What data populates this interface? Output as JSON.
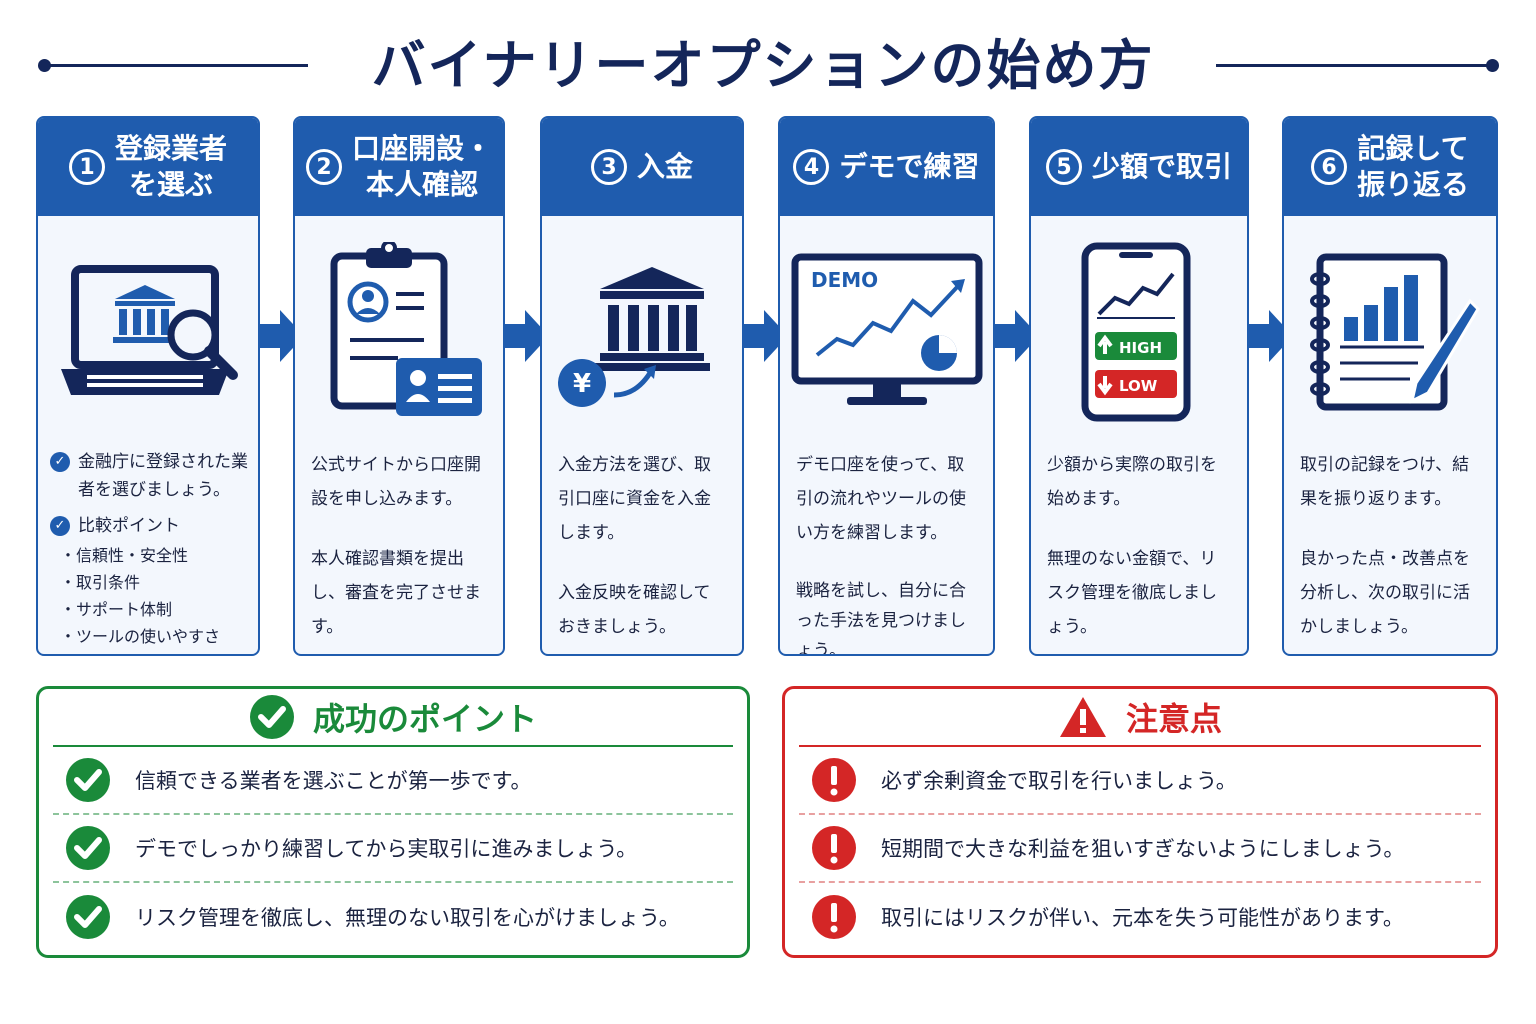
{
  "title": "バイナリーオプションの始め方",
  "steps": [
    {
      "num": "1",
      "title_lines": [
        "登録業者",
        "を選ぶ"
      ],
      "icon": "laptop-bank-search-icon",
      "body": {
        "check1": "金融庁に登録された業者を選びましょう。",
        "check2": "比較ポイント",
        "bullets": [
          "信頼性・安全性",
          "取引条件",
          "サポート体制",
          "ツールの使いやすさ"
        ]
      }
    },
    {
      "num": "2",
      "title_lines": [
        "口座開設・",
        "本人確認"
      ],
      "icon": "clipboard-id-card-icon",
      "paragraphs": [
        "公式サイトから口座開設を申し込みます。",
        "本人確認書類を提出し、審査を完了させます。"
      ]
    },
    {
      "num": "3",
      "title_lines": [
        "入金"
      ],
      "icon": "bank-yen-icon",
      "icon_text": "¥",
      "paragraphs": [
        "入金方法を選び、取引口座に資金を入金します。",
        "入金反映を確認しておきましょう。"
      ]
    },
    {
      "num": "4",
      "title_lines": [
        "デモで練習"
      ],
      "icon": "demo-monitor-icon",
      "icon_text": "DEMO",
      "paragraphs": [
        "デモ口座を使って、取引の流れやツールの使い方を練習します。",
        "戦略を試し、自分に合った手法を見つけましょう。"
      ]
    },
    {
      "num": "5",
      "title_lines": [
        "少額で取引"
      ],
      "icon": "smartphone-high-low-icon",
      "icon_high": "HIGH",
      "icon_low": "LOW",
      "paragraphs": [
        "少額から実際の取引を始めます。",
        "無理のない金額で、リスク管理を徹底しましょう。"
      ]
    },
    {
      "num": "6",
      "title_lines": [
        "記録して",
        "振り返る"
      ],
      "icon": "notebook-chart-pen-icon",
      "paragraphs": [
        "取引の記録をつけ、結果を振り返ります。",
        "良かった点・改善点を分析し、次の取引に活かしましょう。"
      ]
    }
  ],
  "success": {
    "title": "成功のポイント",
    "items": [
      "信頼できる業者を選ぶことが第一歩です。",
      "デモでしっかり練習してから実取引に進みましょう。",
      "リスク管理を徹底し、無理のない取引を心がけましょう。"
    ]
  },
  "warning": {
    "title": "注意点",
    "items": [
      "必ず余剰資金で取引を行いましょう。",
      "短期間で大きな利益を狙いすぎないようにしましょう。",
      "取引にはリスクが伴い、元本を失う可能性があります。"
    ]
  },
  "colors": {
    "primary": "#1f5cae",
    "navy": "#14265a",
    "success": "#1a8a3a",
    "warning": "#d42626"
  }
}
